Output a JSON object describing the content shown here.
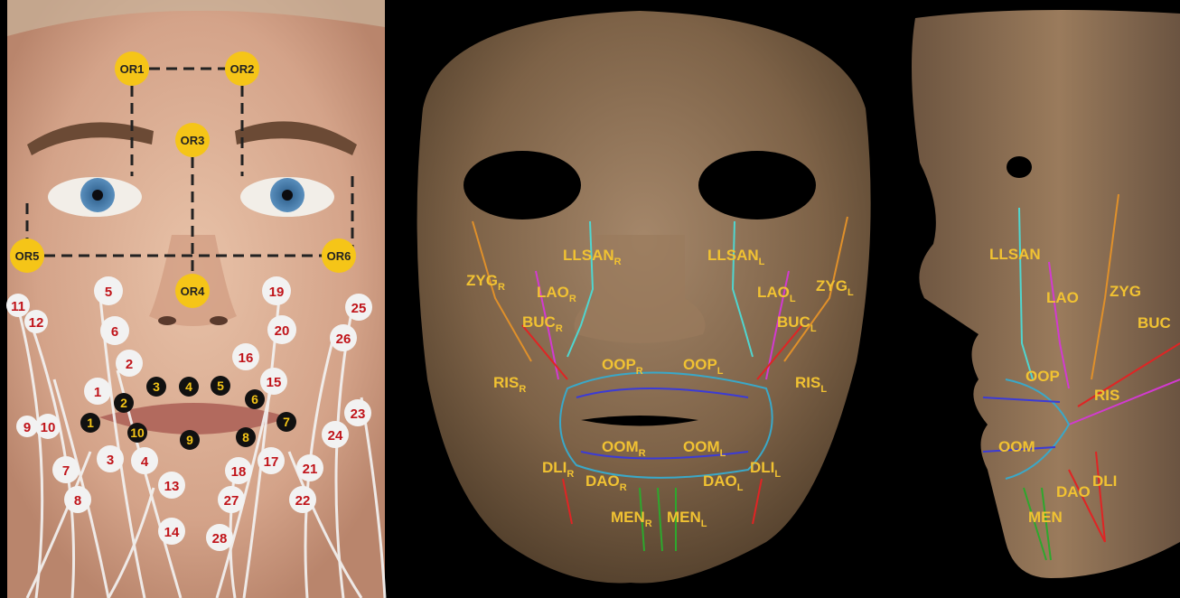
{
  "colors": {
    "orange_marker": "#f5c518",
    "label_yellow": "#f1c232",
    "electrode_number": "#c0141a",
    "mask_skin": "#8a6d4c",
    "llsan": "#4fd6d0",
    "zyg": "#e0902a",
    "lao": "#d23ad0",
    "buc": "#e02424",
    "oop": "#3aa8c8",
    "oom": "#3b3bd6",
    "men": "#2da82d"
  },
  "photo": {
    "or_markers": [
      "OR1",
      "OR2",
      "OR3",
      "OR4",
      "OR5",
      "OR6"
    ],
    "red_electrodes": [
      "5",
      "6",
      "2",
      "1",
      "3",
      "4",
      "7",
      "8",
      "9",
      "10",
      "11",
      "12",
      "13",
      "14",
      "15",
      "16",
      "17",
      "18",
      "19",
      "20",
      "21",
      "22",
      "23",
      "24",
      "25",
      "26",
      "27",
      "28"
    ],
    "black_electrodes": [
      "1",
      "2",
      "3",
      "4",
      "5",
      "6",
      "7",
      "8",
      "9",
      "10"
    ]
  },
  "front": {
    "labels": {
      "llsan_r": {
        "main": "LLSAN",
        "sub": "R"
      },
      "llsan_l": {
        "main": "LLSAN",
        "sub": "L"
      },
      "zyg_r": {
        "main": "ZYG",
        "sub": "R"
      },
      "zyg_l": {
        "main": "ZYG",
        "sub": "L"
      },
      "lao_r": {
        "main": "LAO",
        "sub": "R"
      },
      "lao_l": {
        "main": "LAO",
        "sub": "L"
      },
      "buc_r": {
        "main": "BUC",
        "sub": "R"
      },
      "buc_l": {
        "main": "BUC",
        "sub": "L"
      },
      "ris_r": {
        "main": "RIS",
        "sub": "R"
      },
      "ris_l": {
        "main": "RIS",
        "sub": "L"
      },
      "oop_r": {
        "main": "OOP",
        "sub": "R"
      },
      "oop_l": {
        "main": "OOP",
        "sub": "L"
      },
      "oom_r": {
        "main": "OOM",
        "sub": "R"
      },
      "oom_l": {
        "main": "OOM",
        "sub": "L"
      },
      "dli_r": {
        "main": "DLI",
        "sub": "R"
      },
      "dli_l": {
        "main": "DLI",
        "sub": "L"
      },
      "dao_r": {
        "main": "DAO",
        "sub": "R"
      },
      "dao_l": {
        "main": "DAO",
        "sub": "L"
      },
      "men_r": {
        "main": "MEN",
        "sub": "R"
      },
      "men_l": {
        "main": "MEN",
        "sub": "L"
      }
    }
  },
  "side": {
    "labels": {
      "llsan": "LLSAN",
      "lao": "LAO",
      "zyg": "ZYG",
      "buc": "BUC",
      "oop": "OOP",
      "ris": "RIS",
      "oom": "OOM",
      "dao": "DAO",
      "dli": "DLI",
      "men": "MEN"
    }
  }
}
